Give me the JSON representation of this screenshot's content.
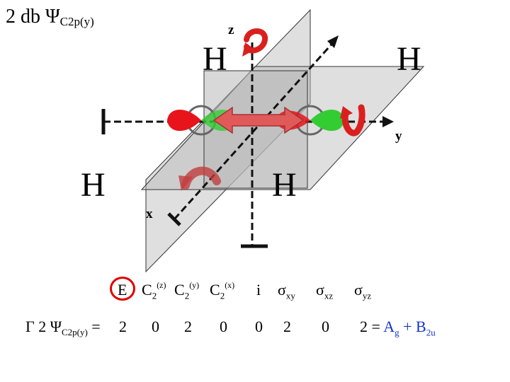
{
  "title": {
    "prefix": "2 db Ψ",
    "subscript": "C2p(y)"
  },
  "atoms": {
    "h1": "H",
    "h2": "H",
    "h3": "H",
    "h4": "H",
    "c1": "C",
    "c2": "C"
  },
  "axes": {
    "x": "x",
    "y": "y",
    "z": "z"
  },
  "operations": [
    {
      "base": "E",
      "sup": "",
      "sub": ""
    },
    {
      "base": "C",
      "sub": "2",
      "sup": "(z)"
    },
    {
      "base": "C",
      "sub": "2",
      "sup": "(y)"
    },
    {
      "base": "C",
      "sub": "2",
      "sup": "(x)"
    },
    {
      "base": "i",
      "sub": "",
      "sup": ""
    },
    {
      "base": "σ",
      "sub": "xy",
      "sup": ""
    },
    {
      "base": "σ",
      "sub": "xz",
      "sup": ""
    },
    {
      "base": "σ",
      "sub": "yz",
      "sup": ""
    }
  ],
  "gamma_row": {
    "label_prefix": "Γ 2 Ψ",
    "label_subscript": "C2p(y)",
    "label_suffix": "=",
    "values": [
      "2",
      "0",
      "2",
      "0",
      "0",
      "2",
      "0",
      "2"
    ]
  },
  "reduction": {
    "equals": "=",
    "term1": "A",
    "term1_sub": "g",
    "plus": "+",
    "term2": "B",
    "term2_sub": "2u"
  },
  "colors": {
    "lobe_red": "#e8141c",
    "lobe_green": "#33cc33",
    "arrow": "#e05a5a",
    "rotation_arrow": "#d9201f",
    "plane_fill": "#b8b8b8",
    "highlight_ring": "#e00000",
    "irrep_blue": "#1535c8"
  }
}
